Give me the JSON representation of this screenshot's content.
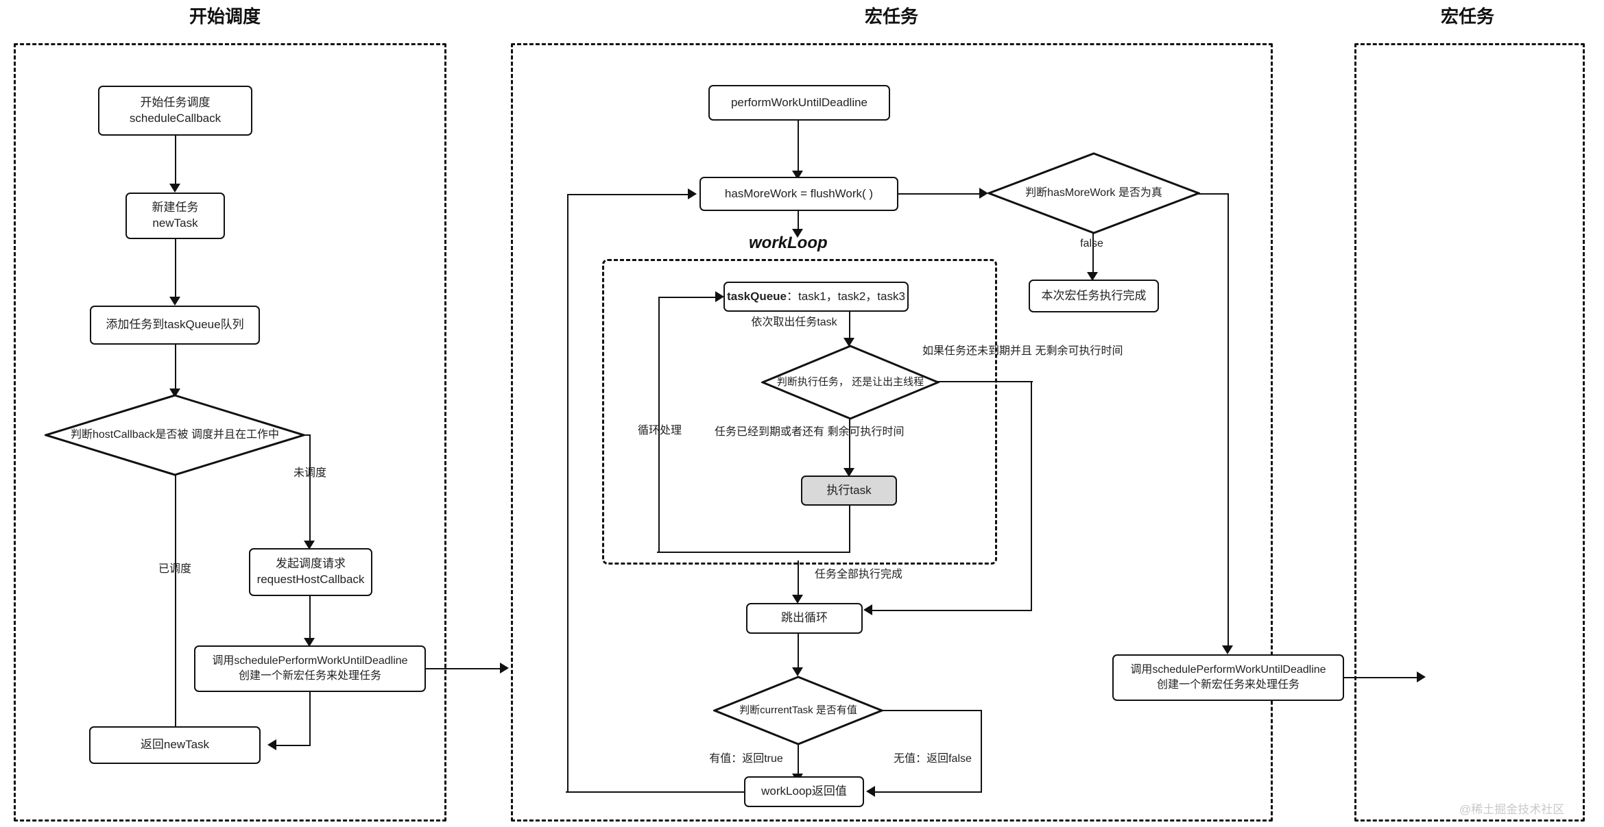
{
  "diagram": {
    "title_left": "开始调度",
    "title_middle": "宏任务",
    "title_right": "宏任务",
    "group_label_workloop": "workLoop",
    "watermark": "@稀土掘金技术社区"
  },
  "left_lane": {
    "start_line1": "开始任务调度",
    "start_line2": "scheduleCallback",
    "newtask_line1": "新建任务",
    "newtask_line2": "newTask",
    "enqueue": "添加任务到taskQueue队列",
    "decision_line1": "判断hostCallback是否被",
    "decision_line2": "调度并且在工作中",
    "edge_not_scheduled": "未调度",
    "edge_scheduled": "已调度",
    "request_line1": "发起调度请求",
    "request_line2": "requestHostCallback",
    "schedule_line1": "调用schedulePerformWorkUntilDeadline",
    "schedule_line2": "创建一个新宏任务来处理任务",
    "return_newtask": "返回newTask"
  },
  "middle_lane": {
    "perform_work": "performWorkUntilDeadline",
    "flush_work": "hasMoreWork = flushWork( )",
    "decision_hasmorework_line1": "判断hasMoreWork",
    "decision_hasmorework_line2": "是否为真",
    "edge_false": "false",
    "macrotask_done": "本次宏任务执行完成",
    "taskqueue_label": "taskQueue",
    "taskqueue_value": "：task1，task2，task3",
    "edge_take_task": "依次取出任务task",
    "decision_exec_line1": "判断执行任务，",
    "decision_exec_line2": "还是让出主线程",
    "edge_not_expired_line1": "如果任务还未到期并且",
    "edge_not_expired_line2": "无剩余可执行时间",
    "edge_expired_line1": "任务已经到期或者还有",
    "edge_expired_line2": "剩余可执行时间",
    "exec_task": "执行task",
    "edge_loop": "循环处理",
    "edge_all_done": "任务全部执行完成",
    "break_loop": "跳出循环",
    "decision_currenttask_line1": "判断currentTask",
    "decision_currenttask_line2": "是否有值",
    "edge_has_value": "有值：返回true",
    "edge_no_value": "无值：返回false",
    "workloop_return": "workLoop返回值",
    "schedule_line1": "调用schedulePerformWorkUntilDeadline",
    "schedule_line2": "创建一个新宏任务来处理任务"
  },
  "colors": {
    "stroke": "#111111",
    "node_fill": "#ffffff",
    "highlight_fill": "#d9d9d9",
    "watermark": "#c9c9c9"
  }
}
